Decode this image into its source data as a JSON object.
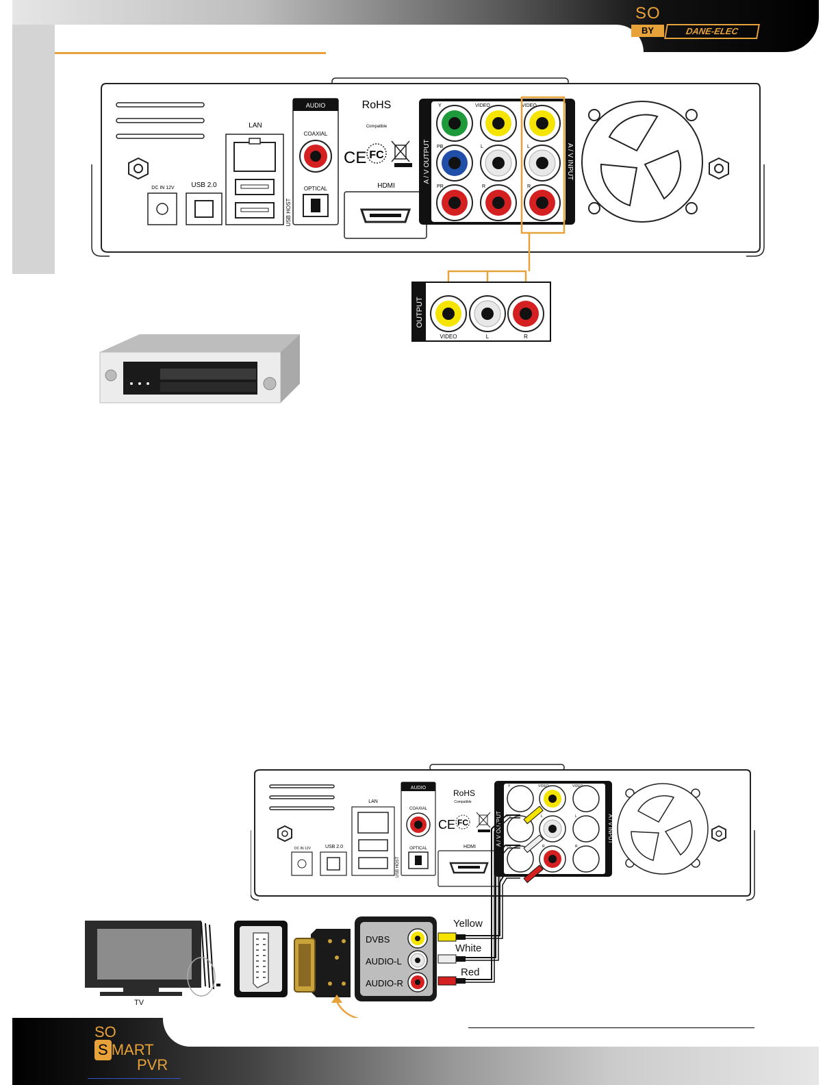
{
  "header": {
    "logo_so": "SO",
    "logo_by": "BY",
    "logo_brand": "DANE-ELEC"
  },
  "device_top": {
    "labels": {
      "lan": "LAN",
      "usb": "USB 2.0",
      "dc_in": "DC IN 12V",
      "usb_host": "USB HOST",
      "audio": "AUDIO",
      "coaxial": "COAXIAL",
      "optical": "OPTICAL",
      "hdmi": "HDMI",
      "rohs": "RoHS",
      "rohs_sub": "Compatible",
      "ce": "CE",
      "fc": "FC",
      "av_output": "A / V OUTPUT",
      "av_input": "A / V INPUT",
      "y": "Y",
      "pb": "PB",
      "pr": "PR",
      "video": "VIDEO",
      "video2": "VIDEO",
      "l": "L",
      "r": "R",
      "l2": "L",
      "r2": "R"
    }
  },
  "output_box": {
    "title": "OUTPUT",
    "video": "VIDEO",
    "l": "L",
    "r": "R"
  },
  "device_bottom": {
    "labels": {
      "lan": "LAN",
      "usb": "USB 2.0",
      "dc_in": "DC IN 12V",
      "usb_host": "USB HOST",
      "audio": "AUDIO",
      "coaxial": "COAXIAL",
      "optical": "OPTICAL",
      "hdmi": "HDMI",
      "rohs": "RoHS",
      "rohs_sub": "Compatible",
      "ce": "CE",
      "fc": "FC",
      "av_output": "A / V OUTPUT",
      "av_input": "A / V INPUT",
      "y": "Y",
      "pb": "PB",
      "pr": "PR",
      "video": "VIDEO",
      "video2": "VIDEO",
      "l": "L",
      "r": "R",
      "l2": "L",
      "r2": "R"
    }
  },
  "scart": {
    "dvbs": "DVBS",
    "audio_l": "AUDIO-L",
    "audio_r": "AUDIO-R"
  },
  "cables": {
    "yellow": "Yellow",
    "white": "White",
    "red": "Red"
  },
  "tv_label": "TV",
  "footer": {
    "logo_so": "SO",
    "logo_s": "S",
    "logo_mart": "MART",
    "logo_pvr": "PVR"
  },
  "colors": {
    "accent_orange": "#e8a23a",
    "jack_yellow": "#f5e400",
    "jack_red": "#d42020",
    "jack_green": "#1f9a3a",
    "jack_blue": "#1f4fa8"
  }
}
